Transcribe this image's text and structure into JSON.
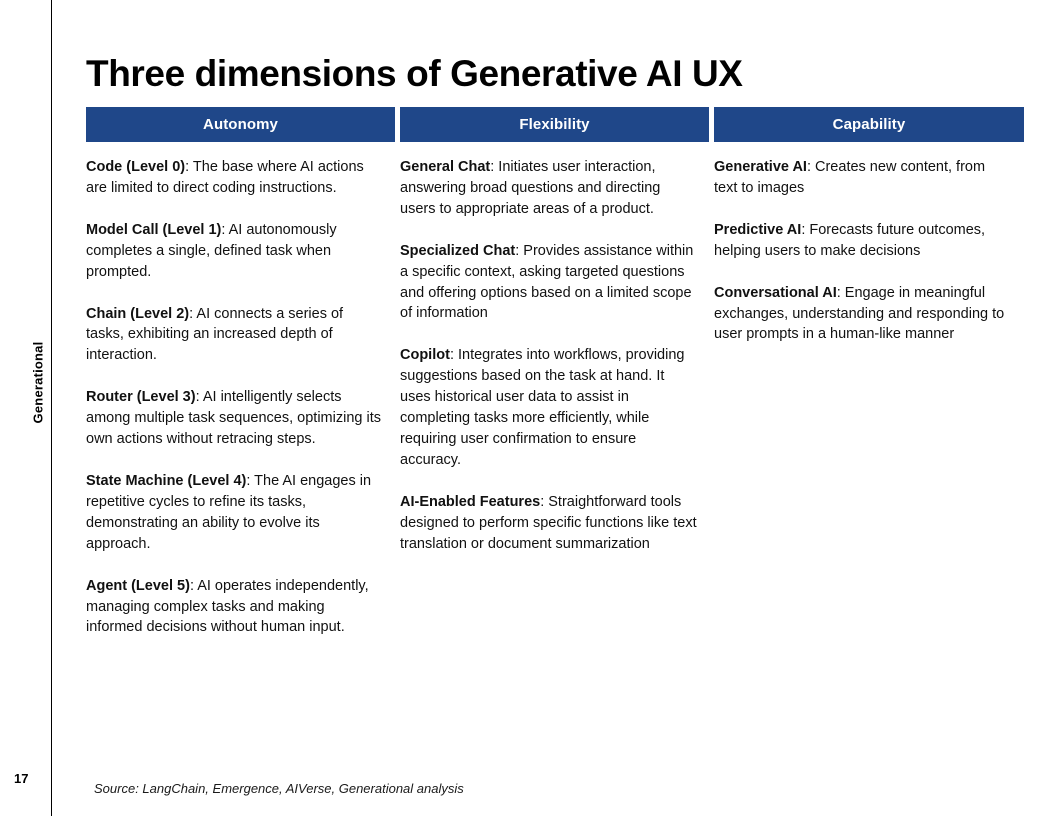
{
  "slide": {
    "title": "Three dimensions of Generative AI UX",
    "page_number": "17",
    "rail_label": "Generational",
    "source_note": "Source: LangChain, Emergence, AIVerse, Generational analysis",
    "accent_color": "#1F4789",
    "header_text_color": "#FFFFFF",
    "body_text_color": "#111111"
  },
  "table": {
    "columns": [
      {
        "header": "Autonomy",
        "entries": [
          {
            "term": "Code (Level 0)",
            "text": ": The base where AI actions are limited to direct coding instructions."
          },
          {
            "term": "Model Call (Level 1)",
            "text": ": AI autonomously completes a single, defined task when prompted."
          },
          {
            "term": "Chain (Level 2)",
            "text": ": AI connects a series of tasks, exhibiting an increased depth of interaction."
          },
          {
            "term": "Router (Level 3)",
            "text": ": AI intelligently selects among multiple task sequences, optimizing its own actions without retracing steps."
          },
          {
            "term": "State Machine (Level 4)",
            "text": ": The AI engages in repetitive cycles to refine its tasks, demonstrating an ability to evolve its approach."
          },
          {
            "term": "Agent (Level 5)",
            "text": ": AI operates independently, managing complex tasks and making informed decisions without human input."
          }
        ]
      },
      {
        "header": "Flexibility",
        "entries": [
          {
            "term": "General Chat",
            "text": ": Initiates user interaction, answering broad questions and directing users to appropriate areas of a product."
          },
          {
            "term": "Specialized Chat",
            "text": ": Provides assistance within a specific context, asking targeted questions and offering options based on a limited scope of information"
          },
          {
            "term": "Copilot",
            "text": ": Integrates into workflows, providing suggestions based on the task at hand. It uses historical user data to assist in completing tasks more efficiently, while requiring user confirmation to ensure accuracy."
          },
          {
            "term": "AI-Enabled Features",
            "text": ": Straightforward tools designed to perform specific functions like text translation or document summarization"
          }
        ]
      },
      {
        "header": "Capability",
        "entries": [
          {
            "term": "Generative AI",
            "text": ": Creates new content, from text to images"
          },
          {
            "term": "Predictive AI",
            "text": ": Forecasts future outcomes, helping users to make decisions"
          },
          {
            "term": "Conversational AI",
            "text": ": Engage in meaningful exchanges, understanding and responding to user prompts in a human-like manner"
          }
        ]
      }
    ]
  }
}
